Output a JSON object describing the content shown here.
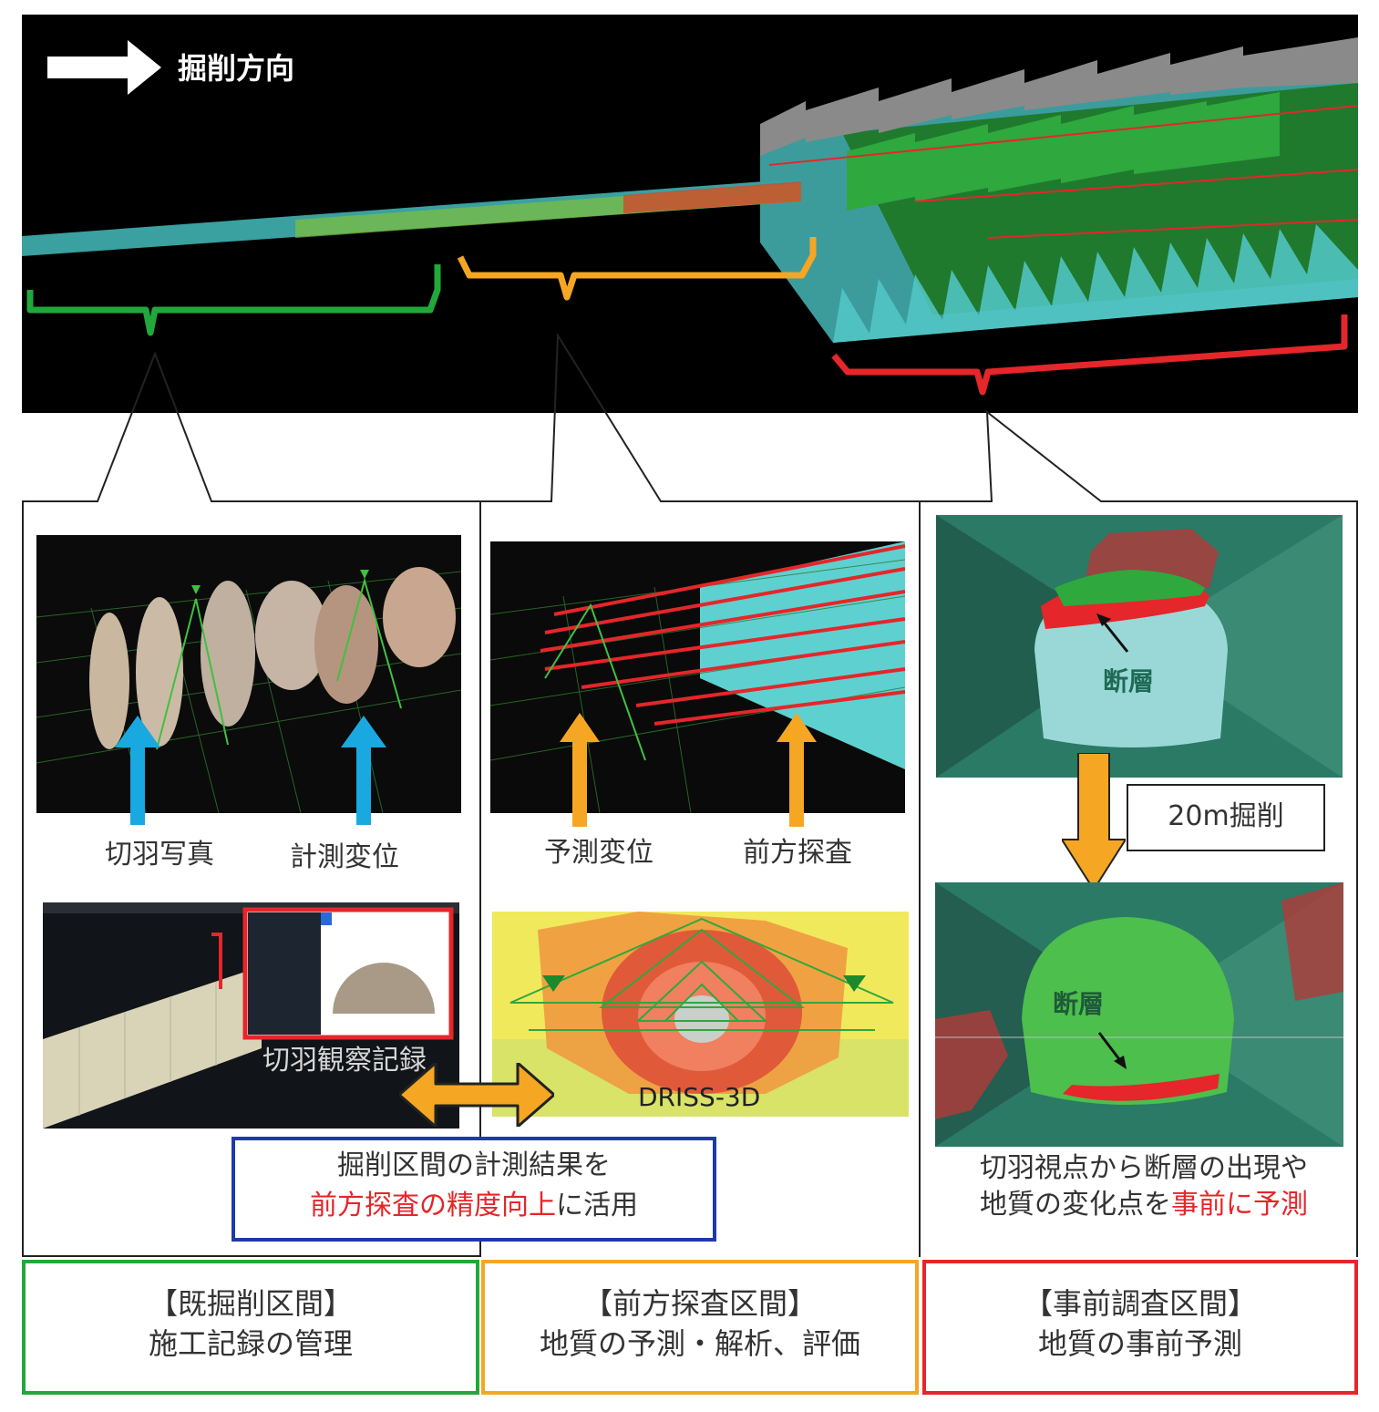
{
  "top": {
    "direction_label": "掘削方向"
  },
  "left_panel": {
    "label_photo": "切羽写真",
    "label_displacement": "計測変位",
    "label_record": "切羽観察記録"
  },
  "middle_panel": {
    "label_predicted": "予測変位",
    "label_forward": "前方探査",
    "label_driss": "DRISS-3D"
  },
  "right_panel": {
    "fault_label_top": "断層",
    "excavation_label": "20m掘削",
    "fault_label_bottom": "断層",
    "caption_line1": "切羽視点から断層の出現や",
    "caption_line2_black": "地質の変化点を",
    "caption_line2_red": "事前に予測"
  },
  "center_note": {
    "line1": "掘削区間の計測結果を",
    "line2_red": "前方探査の精度向上",
    "line2_black": "に活用"
  },
  "bottom_boxes": [
    {
      "title": "【既掘削区間】",
      "subtitle": "施工記録の管理"
    },
    {
      "title": "【前方探査区間】",
      "subtitle": "地質の予測・解析、評価"
    },
    {
      "title": "【事前調査区間】",
      "subtitle": "地質の事前予測"
    }
  ],
  "colors": {
    "green": "#22a83a",
    "orange": "#f5a623",
    "red": "#e5262a",
    "blue": "#1f3aa8",
    "cyan": "#45b3b3",
    "arrow_blue": "#1aa8e0"
  }
}
